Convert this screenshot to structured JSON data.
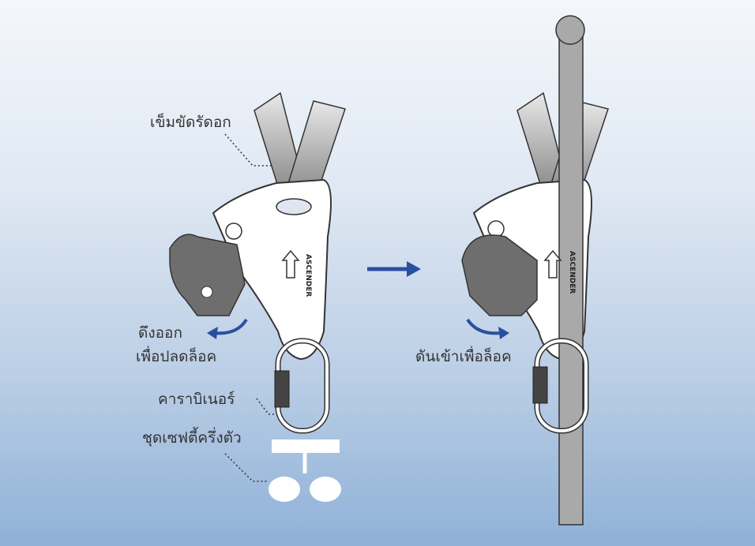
{
  "labels": {
    "chest_strap": "เข็มขัดรัดอก",
    "pull_out_line1": "ดึงออก",
    "pull_out_line2": "เพื่อปลดล็อค",
    "carabiner": "คาราบิเนอร์",
    "half_body_harness": "ชุดเซฟตี้ครึ่งตัว",
    "push_in_to_lock": "ดันเข้าเพื่อล็อค"
  },
  "device": {
    "brand_text": "ASCENDER",
    "arrow_text": "UP"
  },
  "colors": {
    "arrow": "#2b4fa0",
    "cam": "#6e6e6e",
    "strap": "#a9a9a9"
  }
}
